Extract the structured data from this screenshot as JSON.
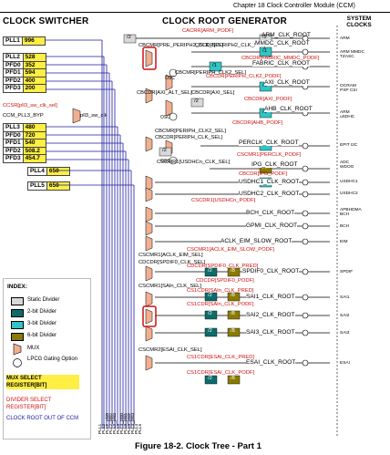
{
  "header": "Chapter 18 Clock Controller Module (CCM)",
  "titles": {
    "switcher": "CLOCK SWITCHER",
    "generator": "CLOCK ROOT GENERATOR",
    "system": "SYSTEM CLOCKS"
  },
  "pll_group1": [
    {
      "name": "PLL1",
      "value": "996"
    },
    {
      "name": "PLL2",
      "value": "528"
    },
    {
      "name": "PFD0",
      "value": "352"
    },
    {
      "name": "PFD1",
      "value": "594"
    },
    {
      "name": "PFD2",
      "value": "400"
    },
    {
      "name": "PFD3",
      "value": "200"
    }
  ],
  "pll_group2": [
    {
      "name": "PLL3",
      "value": "480"
    },
    {
      "name": "PFD0",
      "value": "720"
    },
    {
      "name": "PFD1",
      "value": "540"
    },
    {
      "name": "PFD2",
      "value": "508.2"
    },
    {
      "name": "PFD3",
      "value": "454.7"
    }
  ],
  "pll_small": [
    {
      "name": "PLL4",
      "value": "650"
    },
    {
      "name": "PLL5",
      "value": "650"
    }
  ],
  "left_labels": [
    "CCSR[pll3_sw_clk_sel]",
    "CCM_PLL3_BYP",
    "pll3_sw_clk"
  ],
  "dividers": [
    "/2",
    "/2",
    "/1",
    "/1",
    "/1",
    "/2",
    "/1",
    "/4",
    "/2",
    "/1",
    "/4",
    "/2",
    "/8",
    "/2",
    "/4",
    "/2",
    "/2",
    "/8",
    "/2",
    "/4"
  ],
  "roots": [
    {
      "name": "ARM_CLK_ROOT",
      "sys": "ARM"
    },
    {
      "name": "MMDC_CLK_ROOT",
      "sys": "ARM MMDC TZASC"
    },
    {
      "name": "FABRIC_CLK_ROOT",
      "sys": ""
    },
    {
      "name": "AXI_CLK_ROOT",
      "sys": "OCRAM PXP CSI"
    },
    {
      "name": "AHB_CLK_ROOT",
      "sys": "ARM uSDHC"
    },
    {
      "name": "PERCLK_CLK_ROOT",
      "sys": "EPIT I2C"
    },
    {
      "name": "IPG_CLK_ROOT",
      "sys": "ADC WDOG"
    },
    {
      "name": "USDHC1_CLK_ROOT",
      "sys": "USDHC1"
    },
    {
      "name": "USDHC2_CLK_ROOT",
      "sys": "USDHC2"
    },
    {
      "name": "BCH_CLK_ROOT",
      "sys": "APBHDMA BCH"
    },
    {
      "name": "GPMI_CLK_ROOT",
      "sys": "BCH"
    },
    {
      "name": "ACLK_EIM_SLOW_ROOT",
      "sys": "EIM"
    },
    {
      "name": "SPDIF0_CLK_ROOT",
      "sys": "SPDIF"
    },
    {
      "name": "SAI1_CLK_ROOT",
      "sys": "SAI1"
    },
    {
      "name": "SAI2_CLK_ROOT",
      "sys": "SAI2"
    },
    {
      "name": "SAI3_CLK_ROOT",
      "sys": "SAI3"
    },
    {
      "name": "ESAI_CLK_ROOT",
      "sys": "ESAI"
    }
  ],
  "selectors": [
    "CACRR[ARM_PODF]",
    "CBCMR[PRE_PERIPH2_CLK_SEL]",
    "CBCDR[PERIPH2_CLK_SEL]",
    "CBCDR[FABRIC_MMDC_PODF]",
    "CBCMR[PERIPH_CLK2_SEL]",
    "CBCDR[PERIPH_CLK2_PODF]",
    "CBCDR[AXI_ALT_SEL]",
    "CBCDR[AXI_SEL]",
    "CBCDR[AXI_PODF]",
    "CBCDR[AHB_PODF]",
    "CBCMR[PERIPH_CLK2_SEL]",
    "CBCDR[PERIPH_CLK_SEL]",
    "CSCMR1[PERCLK_PODF]",
    "CBCDR[IPG_PODF]",
    "CSCMR1[USDHCn_CLK_SEL]",
    "CSCDR1[USDHCn_PODF]",
    "CSCMR1[ACLK_EIM_SEL]",
    "CSCMR1[ACLK_EIM_SLOW_PODF]",
    "CDCDR[SPDIF0_CLK_SEL]",
    "CDCDR[SPDIF0_CLK_PRED]",
    "CDCDR[SPDIF0_PODF]",
    "CSCMR1[SAIn_CLK_SEL]",
    "CS1CDR[SAIn_CLK_PRED]",
    "CS1CDR[SAIn_CLK_PODF]",
    "CSCMR2[ESAI_CLK_SEL]",
    "CS1CDR[ESAI_CLK_PRED]",
    "CS1CDR[ESAI_CLK_PODF]"
  ],
  "bottom_labels": [
    "PLL1",
    "PLL2",
    "PLL2_pfd0",
    "PLL2_pfd2",
    "PLL2_pfd2",
    "PLL3",
    "PLL3_pfd0",
    "PLL3_pfd1",
    "PLL3_pfd2",
    "PLL3_pfd3",
    "PLL4",
    "PLL5"
  ],
  "legend": {
    "title": "INDEX:",
    "items": [
      "Static Divider",
      "2-bit Divider",
      "3-bit Divider",
      "6-bit Divider",
      "MUX",
      "LPCG Gating Option"
    ],
    "notes": [
      "MUX SELECT REGISTER[BIT]",
      "DIVIDER SELECT REGISTER[BIT]",
      "CLOCK ROOT OUT OF CCM"
    ]
  },
  "caption": "Figure 18-2. Clock Tree - Part 1",
  "colors": {
    "yellow": "#ffee44",
    "teal": "#33c4c4",
    "darkteal": "#0e6b6b",
    "olive": "#8a7a00",
    "mux": "#f0b090",
    "red": "#d01010",
    "blue": "#1a1aa0",
    "grey": "#d8d8d8"
  }
}
